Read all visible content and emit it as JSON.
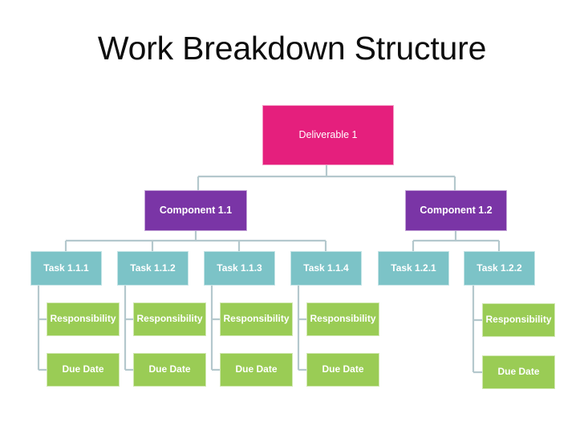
{
  "slide": {
    "title": "Work Breakdown Structure",
    "background": "#ffffff"
  },
  "colors": {
    "deliverable": "#e51f7d",
    "component": "#7a35a6",
    "task": "#7cc3c7",
    "leaf": "#9acc55",
    "connector": "#b4c8cd",
    "title_text": "#0d0d0d",
    "node_text": "#ffffff"
  },
  "diagram": {
    "type": "work-breakdown-structure",
    "levels": [
      "deliverable",
      "component",
      "task",
      "attribute"
    ],
    "nodes": {
      "deliverable_1": {
        "label": "Deliverable 1",
        "level": "deliverable"
      },
      "component_11": {
        "label": "Component 1.1",
        "level": "component"
      },
      "component_12": {
        "label": "Component 1.2",
        "level": "component"
      },
      "task_111": {
        "label": "Task 1.1.1",
        "level": "task"
      },
      "task_112": {
        "label": "Task 1.1.2",
        "level": "task"
      },
      "task_113": {
        "label": "Task 1.1.3",
        "level": "task"
      },
      "task_114": {
        "label": "Task 1.1.4",
        "level": "task"
      },
      "task_121": {
        "label": "Task 1.2.1",
        "level": "task"
      },
      "task_122": {
        "label": "Task 1.2.2",
        "level": "task"
      },
      "resp_111": {
        "label": "Responsibility",
        "level": "attribute"
      },
      "due_111": {
        "label": "Due Date",
        "level": "attribute"
      },
      "resp_112": {
        "label": "Responsibility",
        "level": "attribute"
      },
      "due_112": {
        "label": "Due Date",
        "level": "attribute"
      },
      "resp_113": {
        "label": "Responsibility",
        "level": "attribute"
      },
      "due_113": {
        "label": "Due Date",
        "level": "attribute"
      },
      "resp_114": {
        "label": "Responsibility",
        "level": "attribute"
      },
      "due_114": {
        "label": "Due Date",
        "level": "attribute"
      },
      "resp_122": {
        "label": "Responsibility",
        "level": "attribute"
      },
      "due_122": {
        "label": "Due Date",
        "level": "attribute"
      }
    },
    "edges": [
      {
        "from": "deliverable_1",
        "to": "component_11"
      },
      {
        "from": "deliverable_1",
        "to": "component_12"
      },
      {
        "from": "component_11",
        "to": "task_111"
      },
      {
        "from": "component_11",
        "to": "task_112"
      },
      {
        "from": "component_11",
        "to": "task_113"
      },
      {
        "from": "component_11",
        "to": "task_114"
      },
      {
        "from": "component_12",
        "to": "task_121"
      },
      {
        "from": "component_12",
        "to": "task_122"
      },
      {
        "from": "task_111",
        "to": "resp_111"
      },
      {
        "from": "task_111",
        "to": "due_111"
      },
      {
        "from": "task_112",
        "to": "resp_112"
      },
      {
        "from": "task_112",
        "to": "due_112"
      },
      {
        "from": "task_113",
        "to": "resp_113"
      },
      {
        "from": "task_113",
        "to": "due_113"
      },
      {
        "from": "task_114",
        "to": "resp_114"
      },
      {
        "from": "task_114",
        "to": "due_114"
      },
      {
        "from": "task_122",
        "to": "resp_122"
      },
      {
        "from": "task_122",
        "to": "due_122"
      }
    ]
  }
}
